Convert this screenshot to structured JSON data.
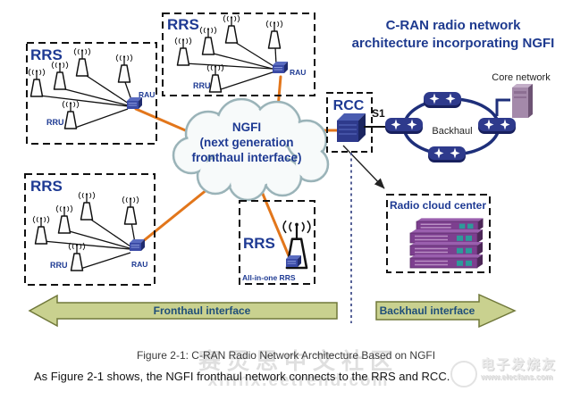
{
  "title": {
    "line1": "C-RAN radio network",
    "line2": "architecture incorporating NGFI"
  },
  "labels": {
    "rrs": "RRS",
    "rru": "RRU",
    "rau": "RAU",
    "all_in_one_rrs": "All-in-one RRS",
    "ngfi_line1": "NGFI",
    "ngfi_line2": "(next generation",
    "ngfi_line3": "fronthaul interface)",
    "rcc": "RCC",
    "s1": "S1",
    "backhaul": "Backhaul",
    "core_network": "Core network",
    "radio_cloud_center": "Radio cloud center",
    "fronthaul_interface": "Fronthaul interface",
    "backhaul_interface": "Backhaul interface"
  },
  "caption": "Figure 2-1: C-RAN Radio Network Architecture Based on NGFI",
  "body_text": "As Figure 2-1 shows, the NGFI fronthaul network connects to the RRS and RCC.",
  "watermarks": {
    "center_text": "赛灵思中文社区",
    "center_url": "xilinx.eetrend.com",
    "right_text": "电子发烧友",
    "right_url": "www.elecfans.com"
  },
  "colors": {
    "accent_orange": "#e2761b",
    "label_blue": "#1e3a93",
    "router_blue": "#2e3a8c",
    "server_purple": "#7d3f8f",
    "arrow_green": "#c9d18f"
  }
}
